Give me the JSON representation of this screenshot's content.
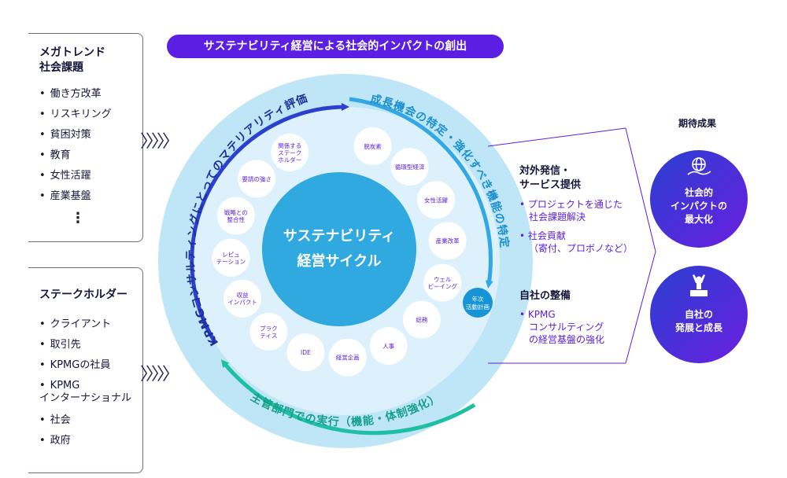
{
  "banner": "サステナビリティ経営による社会的インパクトの創出",
  "left_top": {
    "title_lines": [
      "メガトレンド",
      "社会課題"
    ],
    "items": [
      "働き方改革",
      "リスキリング",
      "貧困対策",
      "教育",
      "女性活躍",
      "産業基盤"
    ],
    "more": "⋮"
  },
  "left_bottom": {
    "title": "ステークホルダー",
    "items": [
      "クライアント",
      "取引先",
      "KPMGの社員",
      "KPMG\nインターナショナル",
      "社会",
      "政府"
    ]
  },
  "chevrons": "〉〉〉〉〉",
  "cycle": {
    "center_lines": [
      "サステナビリティ",
      "経営サイクル"
    ],
    "arc_left": "KPMGコンサルティングにとってのマテリアリティ評価",
    "arc_right": "成長機会の特定・強化すべき機能の特定",
    "arc_bottom": "主管部門での実行（機能・体制強化）",
    "annual_plan_lines": [
      "年次",
      "活動計画"
    ],
    "nodes": [
      {
        "lines": [
          "脱炭素"
        ]
      },
      {
        "lines": [
          "循環型経済"
        ]
      },
      {
        "lines": [
          "女性活躍"
        ]
      },
      {
        "lines": [
          "産業改革"
        ]
      },
      {
        "lines": [
          "ウェル",
          "ビーイング"
        ]
      },
      {
        "lines": [
          "総務"
        ]
      },
      {
        "lines": [
          "人事"
        ]
      },
      {
        "lines": [
          "経営企画"
        ]
      },
      {
        "lines": [
          "IDE"
        ]
      },
      {
        "lines": [
          "プラク",
          "ティス"
        ]
      },
      {
        "lines": [
          "収益",
          "インパクト"
        ]
      },
      {
        "lines": [
          "レピュ",
          "テーション"
        ]
      },
      {
        "lines": [
          "戦略との",
          "整合性"
        ]
      },
      {
        "lines": [
          "要請の強さ"
        ]
      },
      {
        "lines": [
          "関係する",
          "ステーク",
          "ホルダー"
        ]
      }
    ]
  },
  "right_mid": {
    "section1_title_lines": [
      "対外発信・",
      "サービス提供"
    ],
    "section1_items": [
      {
        "lines": [
          "プロジェクトを通じた",
          "社会課題解決"
        ]
      },
      {
        "lines": [
          "社会貢献",
          "（寄付、プロボノなど）"
        ]
      }
    ],
    "section2_title": "自社の整備",
    "section2_items": [
      {
        "lines": [
          "KPMG",
          "コンサルティング",
          "の経営基盤の強化"
        ]
      }
    ]
  },
  "outcomes": {
    "title": "期待成果",
    "items": [
      {
        "icon": "globe-hand-icon",
        "lines": [
          "社会的",
          "インパクトの",
          "最大化"
        ]
      },
      {
        "icon": "person-podium-icon",
        "lines": [
          "自社の",
          "発展と成長"
        ]
      }
    ]
  },
  "colors": {
    "purple": "#5b1ee3",
    "blue": "#2b3fd0",
    "ring_outer": "#bfe6f7",
    "ring_mid": "#dcf1fb",
    "center": "#2fa9e0",
    "arrow_top": "#2b3fd0",
    "arrow_right": "#31a7e6",
    "arrow_bottom": "#1fbfa3"
  }
}
